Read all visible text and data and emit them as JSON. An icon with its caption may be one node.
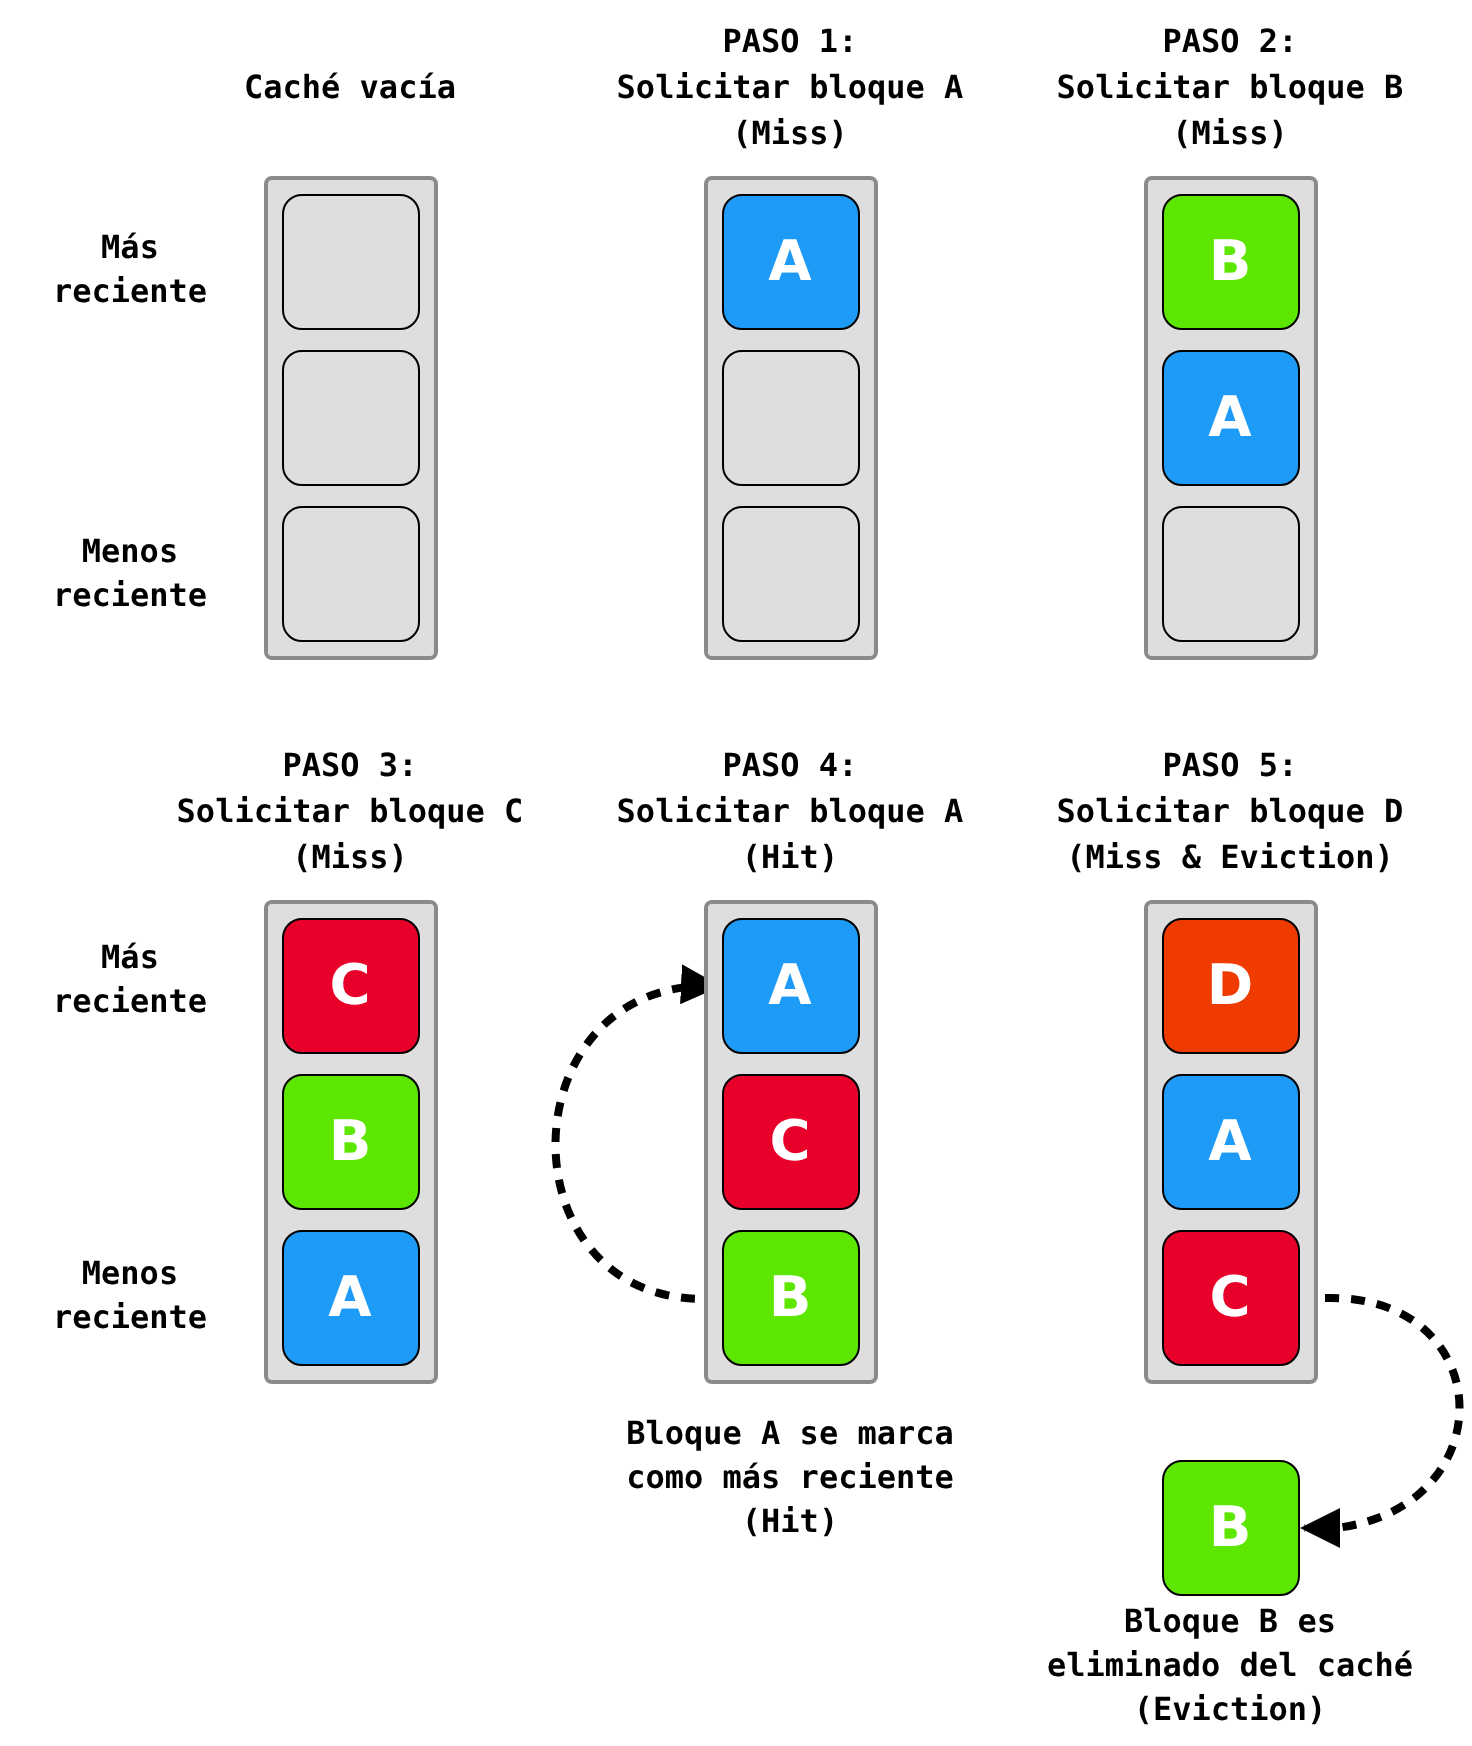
{
  "diagram": {
    "nodes": [
      {
        "text": [
          "Caché vacía"
        ]
      },
      {
        "text": [],
        "shape": "box",
        "in": 0
      },
      {
        "text": [],
        "shape": "box",
        "in": 0
      },
      {
        "text": [],
        "shape": "box",
        "in": 0
      },
      {
        "text": [
          "PASO 1:",
          "Solicitar bloque A (Miss)"
        ]
      },
      {
        "text": [
          "A"
        ],
        "in": 4
      },
      {
        "text": [],
        "shape": "box",
        "in": 4
      },
      {
        "text": [],
        "shape": "box",
        "in": 4
      },
      {
        "text": [
          "PASO 2:",
          "Solicitar bloque B (Miss)"
        ]
      },
      {
        "text": [
          "B"
        ],
        "in": 8
      },
      {
        "text": [
          "A"
        ],
        "in": 8
      },
      {
        "text": [],
        "shape": "box",
        "in": 8
      },
      {
        "text": [
          "PASO 3:",
          "Solicitar bloque C (Miss)"
        ]
      },
      {
        "text": [
          "C"
        ],
        "in": 12
      },
      {
        "text": [
          "B"
        ],
        "in": 12
      },
      {
        "text": [
          "A"
        ],
        "in": 12
      },
      {
        "text": [
          "PASO 4:",
          "Solicitar bloque A (Hit)"
        ],
        "beside": [
          "Bloque A se marca como más reciente (Hit)"
        ]
      },
      {
        "text": [
          "A"
        ],
        "in": 16
      },
      {
        "text": [
          "C"
        ],
        "in": 16
      },
      {
        "text": [
          "B"
        ],
        "in": 16
      },
      {
        "text": [
          "PASO 5:",
          "Solicitar bloque D (Miss & Eviction)"
        ]
      },
      {
        "text": [
          "D"
        ],
        "in": 20
      },
      {
        "text": [
          "A"
        ],
        "in": 20
      },
      {
        "text": [
          "C"
        ],
        "in": 20
      },
      {
        "text": [
          "B"
        ],
        "beside": [
          "Bloque B es eliminado del caché (Eviction)"
        ]
      }
    ],
    "edges": [
      {
        "from": 19,
        "to": 17,
        "arrow": "to",
        "style": "dashed"
      },
      {
        "from": 23,
        "to": 24,
        "arrow": "to",
        "style": "dashed"
      }
    ],
    "labels": [
      "Más reciente",
      "Menos reciente",
      "Más reciente",
      "Menos reciente"
    ]
  }
}
